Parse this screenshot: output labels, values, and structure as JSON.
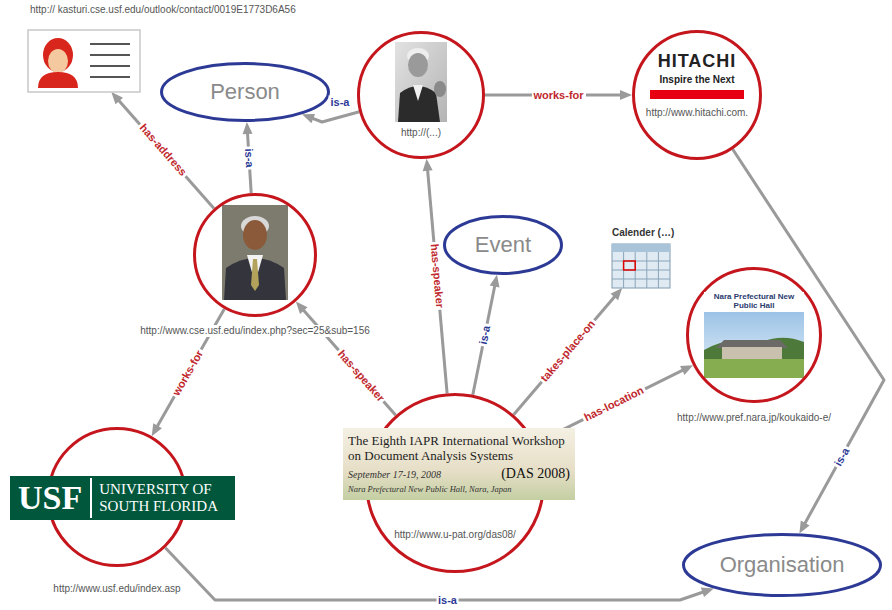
{
  "diagram": {
    "nodes": [
      {
        "text": [
          "http:// kasturi.cse.usf.edu/outlook/contact/0019E1773D6A56"
        ]
      },
      {
        "text": [
          "Person"
        ]
      },
      {
        "text": [
          "http://(...)"
        ]
      },
      {
        "text": [
          "HITACHI",
          "Inspire the Next",
          "http://www.hitachi.com."
        ]
      },
      {
        "text": [
          "http://www.cse.usf.edu/index.php?sec=25&sub=156"
        ]
      },
      {
        "text": [
          "Event"
        ]
      },
      {
        "text": [
          "Calender (…)"
        ]
      },
      {
        "text": [
          "Nara Prefectural New Public Hall",
          "http://www.pref.nara.jp/koukaido-e/"
        ]
      },
      {
        "text": [
          "USF",
          "UNIVERSITY OF SOUTH FLORIDA",
          "http://www.usf.edu/index.asp"
        ]
      },
      {
        "text": [
          "The Eighth IAPR International Workshop on Document Analysis Systems",
          "(DAS 2008)",
          "September 17-19, 2008",
          "Nara Prefectural New Public Hall, Nara, Japan",
          "http://www.u-pat.org/das08/"
        ]
      },
      {
        "text": [
          "Organisation"
        ]
      }
    ],
    "edges": [
      {
        "from": 2,
        "to": 1,
        "label": "is-a",
        "arrow": "to"
      },
      {
        "from": 2,
        "to": 3,
        "label": "works-for",
        "arrow": "to"
      },
      {
        "from": 4,
        "to": 0,
        "label": "has-address",
        "arrow": "to"
      },
      {
        "from": 4,
        "to": 1,
        "label": "is-a",
        "arrow": "to"
      },
      {
        "from": 4,
        "to": 8,
        "label": "works-for",
        "arrow": "to"
      },
      {
        "from": 9,
        "to": 2,
        "label": "has-speaker",
        "arrow": "to"
      },
      {
        "from": 9,
        "to": 5,
        "label": "is-a",
        "arrow": "to"
      },
      {
        "from": 9,
        "to": 6,
        "label": "takes-place-on",
        "arrow": "to"
      },
      {
        "from": 9,
        "to": 4,
        "label": "has-speaker",
        "arrow": "to"
      },
      {
        "from": 9,
        "to": 7,
        "label": "has-location",
        "arrow": "to"
      },
      {
        "from": 3,
        "to": 10,
        "label": "is-a",
        "arrow": "to"
      },
      {
        "from": 8,
        "to": 10,
        "label": "is-a",
        "arrow": "to"
      }
    ]
  }
}
